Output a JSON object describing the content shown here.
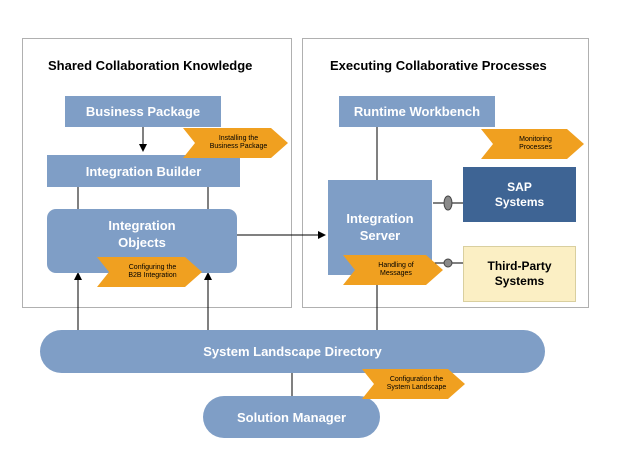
{
  "panels": {
    "left_title": "Shared Collaboration Knowledge",
    "right_title": "Executing Collaborative Processes"
  },
  "boxes": {
    "business_package": "Business Package",
    "integration_builder": "Integration Builder",
    "integration_objects_1": "Integration",
    "integration_objects_2": "Objects",
    "runtime_workbench": "Runtime Workbench",
    "integration_server_1": "Integration",
    "integration_server_2": "Server",
    "sap_systems_1": "SAP",
    "sap_systems_2": "Systems",
    "third_party_1": "Third-Party",
    "third_party_2": "Systems",
    "sld": "System Landscape Directory",
    "solution_manager": "Solution Manager"
  },
  "tags": {
    "installing_1": "Installing the",
    "installing_2": "Business Package",
    "configuring_1": "Configuring the",
    "configuring_2": "B2B Integration",
    "monitoring_1": "Monitoring",
    "monitoring_2": "Processes",
    "handling_1": "Handling of",
    "handling_2": "Messages",
    "config_sl_1": "Configuration the",
    "config_sl_2": "System Landscape"
  },
  "colors": {
    "box_blue": "#7f9ec6",
    "sap_blue": "#3e6494",
    "third_party_yellow": "#fbefc4",
    "tag_orange": "#f0a020"
  }
}
